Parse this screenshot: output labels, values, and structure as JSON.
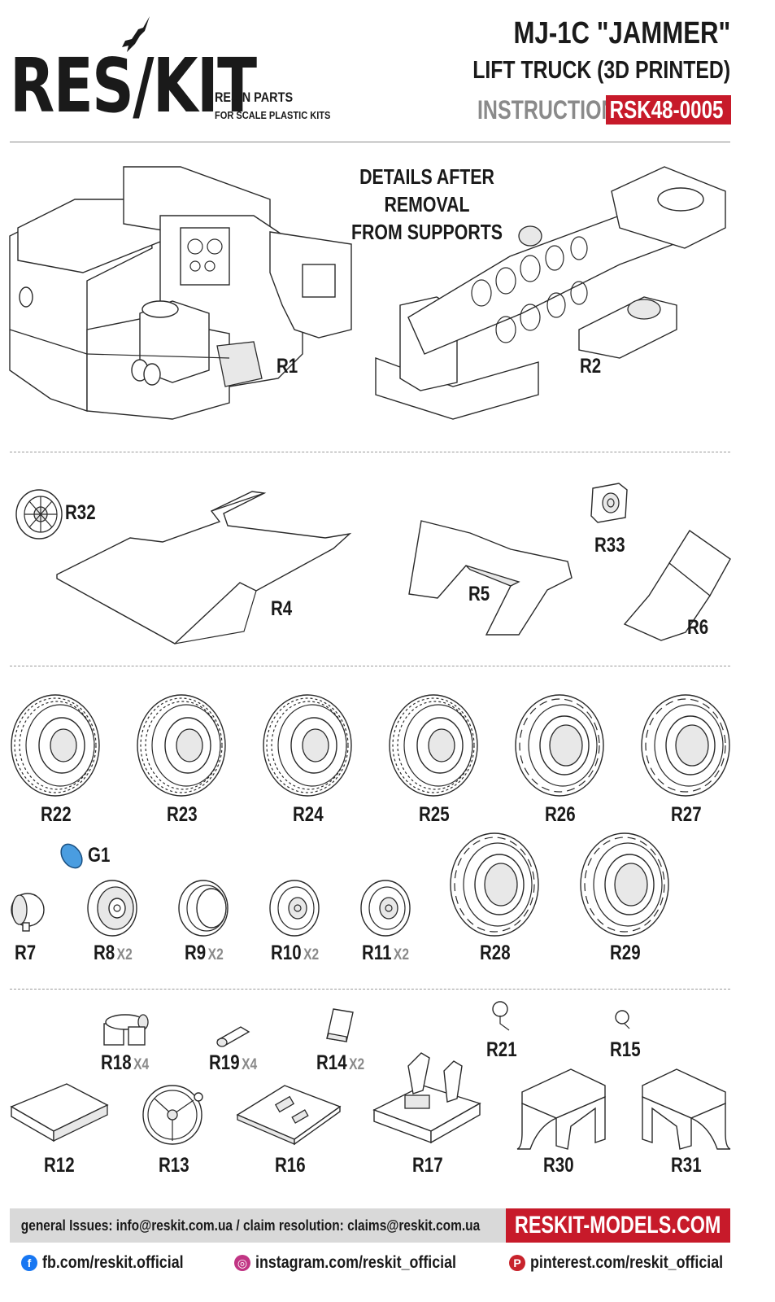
{
  "header": {
    "brand": "RES/KIT",
    "trademark": "™",
    "brand_line1": "RESIN PARTS",
    "brand_line2": "FOR SCALE PLASTIC KITS",
    "title_line1": "MJ-1C \"JAMMER\"",
    "title_line2": "LIFT TRUCK (3D PRINTED)",
    "instruction_label": "INSTRUCTION",
    "product_code": "RSK48-0005"
  },
  "note": {
    "line1": "DETAILS AFTER REMOVAL",
    "line2": "FROM SUPPORTS"
  },
  "parts": {
    "r1": "R1",
    "r2": "R2",
    "r32": "R32",
    "r4": "R4",
    "r5": "R5",
    "r33": "R33",
    "r6": "R6",
    "r22": "R22",
    "r23": "R23",
    "r24": "R24",
    "r25": "R25",
    "r26": "R26",
    "r27": "R27",
    "g1": "G1",
    "r7": "R7",
    "r8": "R8",
    "r9": "R9",
    "r10": "R10",
    "r11": "R11",
    "r28": "R28",
    "r29": "R29",
    "r18": "R18",
    "r19": "R19",
    "r14": "R14",
    "r21": "R21",
    "r15": "R15",
    "r12": "R12",
    "r13": "R13",
    "r16": "R16",
    "r17": "R17",
    "r30": "R30",
    "r31": "R31"
  },
  "quantities": {
    "r8": "X2",
    "r9": "X2",
    "r10": "X2",
    "r11": "X2",
    "r18": "X4",
    "r19": "X4",
    "r14": "X2"
  },
  "footer": {
    "contact": "general Issues: info@reskit.com.ua / claim resolution: claims@reskit.com.ua",
    "website": "RESKIT-MODELS.COM",
    "facebook": "fb.com/reskit.official",
    "instagram": "instagram.com/reskit_official",
    "pinterest": "pinterest.com/reskit_official"
  },
  "colors": {
    "accent_red": "#c71a2a",
    "gray_text": "#8a8a8a",
    "footer_bar": "#d9d9d9",
    "g1_blue": "#4a9de0",
    "facebook_blue": "#1877f2",
    "instagram_pink": "#c13584",
    "pinterest_red": "#c8232c"
  },
  "icons": [
    "jet-icon",
    "facebook-icon",
    "instagram-icon",
    "pinterest-icon"
  ]
}
